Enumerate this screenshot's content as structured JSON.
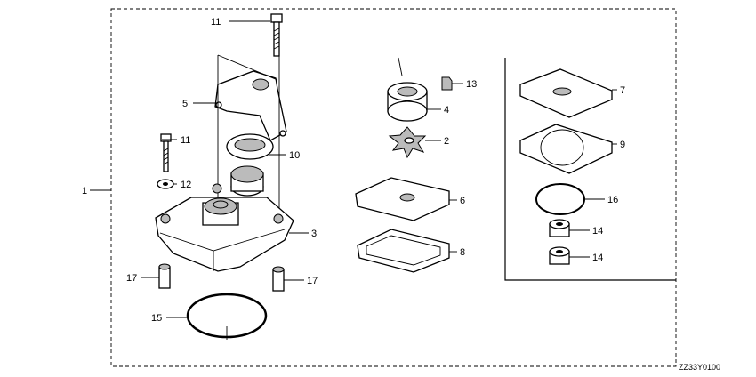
{
  "diagram": {
    "callouts": {
      "c1": "1",
      "c2": "2",
      "c3": "3",
      "c4": "4",
      "c5": "5",
      "c6": "6",
      "c7": "7",
      "c8": "8",
      "c9": "9",
      "c10": "10",
      "c11a": "11",
      "c11b": "11",
      "c12": "12",
      "c13": "13",
      "c14a": "14",
      "c14b": "14",
      "c15": "15",
      "c16": "16",
      "c17a": "17",
      "c17b": "17"
    },
    "diagram_code": "ZZ33Y0100"
  }
}
